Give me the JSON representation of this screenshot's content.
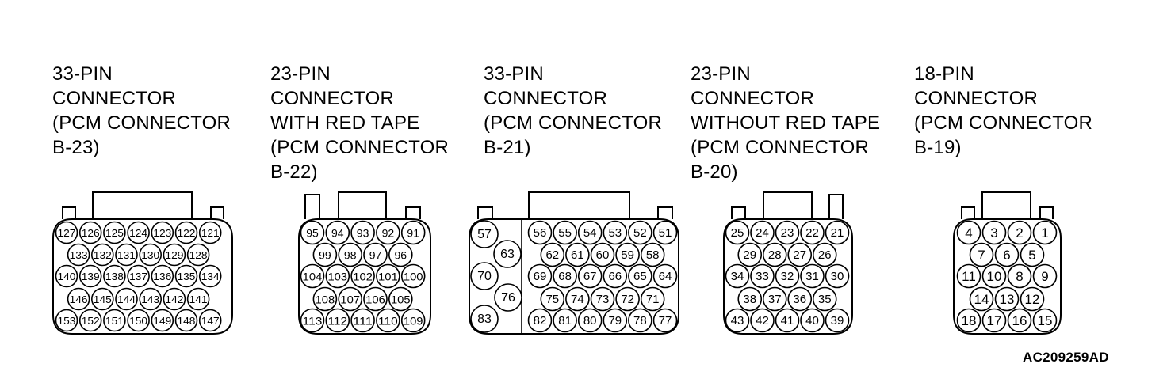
{
  "connectors": [
    {
      "id": "b23",
      "label_lines": [
        "33-PIN",
        "CONNECTOR",
        "(PCM CONNECTOR",
        "B-23)"
      ],
      "pins": [
        [
          "127",
          "126",
          "125",
          "124",
          "123",
          "122",
          "121"
        ],
        [
          "133",
          "132",
          "131",
          "130",
          "129",
          "128"
        ],
        [
          "140",
          "139",
          "138",
          "137",
          "136",
          "135",
          "134"
        ],
        [
          "146",
          "145",
          "144",
          "143",
          "142",
          "141"
        ],
        [
          "153",
          "152",
          "151",
          "150",
          "149",
          "148",
          "147"
        ]
      ]
    },
    {
      "id": "b22",
      "label_lines": [
        "23-PIN",
        "CONNECTOR",
        "WITH RED TAPE",
        "(PCM CONNECTOR",
        "B-22)"
      ],
      "pins": [
        [
          "95",
          "94",
          "93",
          "92",
          "91"
        ],
        [
          "99",
          "98",
          "97",
          "96"
        ],
        [
          "104",
          "103",
          "102",
          "101",
          "100"
        ],
        [
          "108",
          "107",
          "106",
          "105"
        ],
        [
          "113",
          "112",
          "111",
          "110",
          "109"
        ]
      ]
    },
    {
      "id": "b21",
      "label_lines": [
        "33-PIN",
        "CONNECTOR",
        "(PCM CONNECTOR",
        "B-21)"
      ],
      "big_pins": [
        "57",
        "63",
        "70",
        "76",
        "83"
      ],
      "pins": [
        [
          "56",
          "55",
          "54",
          "53",
          "52",
          "51"
        ],
        [
          "62",
          "61",
          "60",
          "59",
          "58"
        ],
        [
          "69",
          "68",
          "67",
          "66",
          "65",
          "64"
        ],
        [
          "75",
          "74",
          "73",
          "72",
          "71"
        ],
        [
          "82",
          "81",
          "80",
          "79",
          "78",
          "77"
        ]
      ]
    },
    {
      "id": "b20",
      "label_lines": [
        "23-PIN",
        "CONNECTOR",
        "WITHOUT RED TAPE",
        "(PCM CONNECTOR",
        "B-20)"
      ],
      "pins": [
        [
          "25",
          "24",
          "23",
          "22",
          "21"
        ],
        [
          "29",
          "28",
          "27",
          "26"
        ],
        [
          "34",
          "33",
          "32",
          "31",
          "30"
        ],
        [
          "38",
          "37",
          "36",
          "35"
        ],
        [
          "43",
          "42",
          "41",
          "40",
          "39"
        ]
      ]
    },
    {
      "id": "b19",
      "label_lines": [
        "18-PIN",
        "CONNECTOR",
        "(PCM CONNECTOR",
        "B-19)"
      ],
      "pins": [
        [
          "4",
          "3",
          "2",
          "1"
        ],
        [
          "7",
          "6",
          "5"
        ],
        [
          "11",
          "10",
          "8",
          "9"
        ],
        [
          "14",
          "13",
          "12"
        ],
        [
          "18",
          "17",
          "16",
          "15"
        ]
      ]
    }
  ],
  "figure_id": "AC209259AD"
}
